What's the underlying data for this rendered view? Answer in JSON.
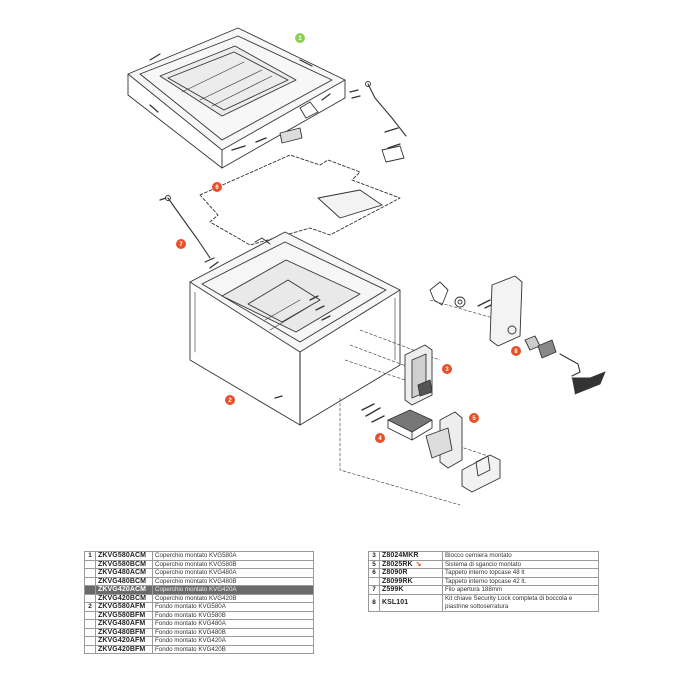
{
  "callouts": [
    {
      "label": "1",
      "color": "#8fd14f"
    },
    {
      "label": "2",
      "color": "#e8502a"
    },
    {
      "label": "3",
      "color": "#e8502a"
    },
    {
      "label": "4",
      "color": "#e8502a"
    },
    {
      "label": "5",
      "color": "#e8502a"
    },
    {
      "label": "6",
      "color": "#e8502a"
    },
    {
      "label": "7",
      "color": "#e8502a"
    },
    {
      "label": "8",
      "color": "#e8502a"
    }
  ],
  "left_table": [
    {
      "num": "1",
      "code": "ZKVG580ACM",
      "desc": "Coperchio montato KVG580A"
    },
    {
      "num": "",
      "code": "ZKVG580BCM",
      "desc": "Coperchio montato KVG580B"
    },
    {
      "num": "",
      "code": "ZKVG480ACM",
      "desc": "Coperchio montato KVG480A"
    },
    {
      "num": "",
      "code": "ZKVG480BCM",
      "desc": "Coperchio montato KVG480B"
    },
    {
      "num": "",
      "code": "ZKVG420ACM",
      "desc": "Coperchio montato KVG420A"
    },
    {
      "num": "",
      "code": "ZKVG420BCM",
      "desc": "Coperchio montato KVG420B"
    },
    {
      "num": "2",
      "code": "ZKVG580AFM",
      "desc": "Fondo montato KVG580A"
    },
    {
      "num": "",
      "code": "ZKVG580BFM",
      "desc": "Fondo montato KVG580B"
    },
    {
      "num": "",
      "code": "ZKVG480AFM",
      "desc": "Fondo montato KVG480A"
    },
    {
      "num": "",
      "code": "ZKVG480BFM",
      "desc": "Fondo montato KVG480B"
    },
    {
      "num": "",
      "code": "ZKVG420AFM",
      "desc": "Fondo montato KVG420A"
    },
    {
      "num": "",
      "code": "ZKVG420BFM",
      "desc": "Fondo montato KVG420B"
    }
  ],
  "right_table": [
    {
      "num": "3",
      "code": "Z8024MKR",
      "desc": "Blocco cerniera montato",
      "mark": ""
    },
    {
      "num": "5",
      "code": "Z8025RK",
      "desc": "Sistema di sgancio montato",
      "mark": "↘"
    },
    {
      "num": "6",
      "code": "Z8090R",
      "desc": "Tappeto interno topcase 48 lt",
      "mark": ""
    },
    {
      "num": "",
      "code": "Z8099RK",
      "desc": "Tappeto interno topcase 42 lt.",
      "mark": ""
    },
    {
      "num": "7",
      "code": "Z599K",
      "desc": "Filo apertura 188mm",
      "mark": ""
    },
    {
      "num": "8",
      "code": "KSL101",
      "desc": "Kit chiave Security Lock completa di boccola e piastrine sottoserratura",
      "mark": ""
    }
  ],
  "highlight_row": 4
}
